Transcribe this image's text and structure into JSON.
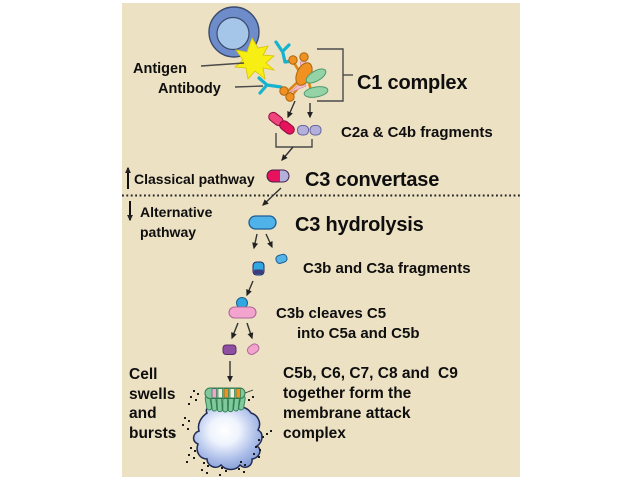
{
  "diagram": {
    "antigen": "Antigen",
    "antibody": "Antibody",
    "c1_complex": "C1 complex",
    "c2a_c4b_fragments": "C2a & C4b fragments",
    "classical_pathway": "Classical pathway",
    "c3_convertase": "C3 convertase",
    "alternative_line1": "Alternative",
    "alternative_line2": "pathway",
    "c3_hydrolysis": "C3 hydrolysis",
    "c3b_c3a_fragments": "C3b and C3a fragments",
    "c3b_cleaves_line1": "C3b cleaves C5",
    "c3b_cleaves_line2": "into C5a and C5b",
    "cell_line1": "Cell",
    "cell_line2": "swells",
    "cell_line3": "and",
    "cell_line4": "bursts",
    "mac_line1": "C5b, C6, C7, C8 and  C9",
    "mac_line2": "together form the",
    "mac_line3": "membrane attack",
    "mac_line4": "complex"
  },
  "colors": {
    "panel_background": "#EDE1C4",
    "crimson": "#E6135C",
    "crimson_light": "#F0447C",
    "lavender": "#B3B0DB",
    "blue": "#4FB2E8",
    "pink": "#F2A3CE",
    "purple": "#8E4FA0",
    "orange": "#F19122",
    "green": "#93D3A5",
    "mac_green": "#7FC99C",
    "antibody_cyan": "#16B3CE",
    "antigen_yellow": "#F7EE14",
    "cell_outer": "#6D8CC9",
    "cell_inner": "#A6C6E9",
    "text": "#0E0E0E"
  }
}
